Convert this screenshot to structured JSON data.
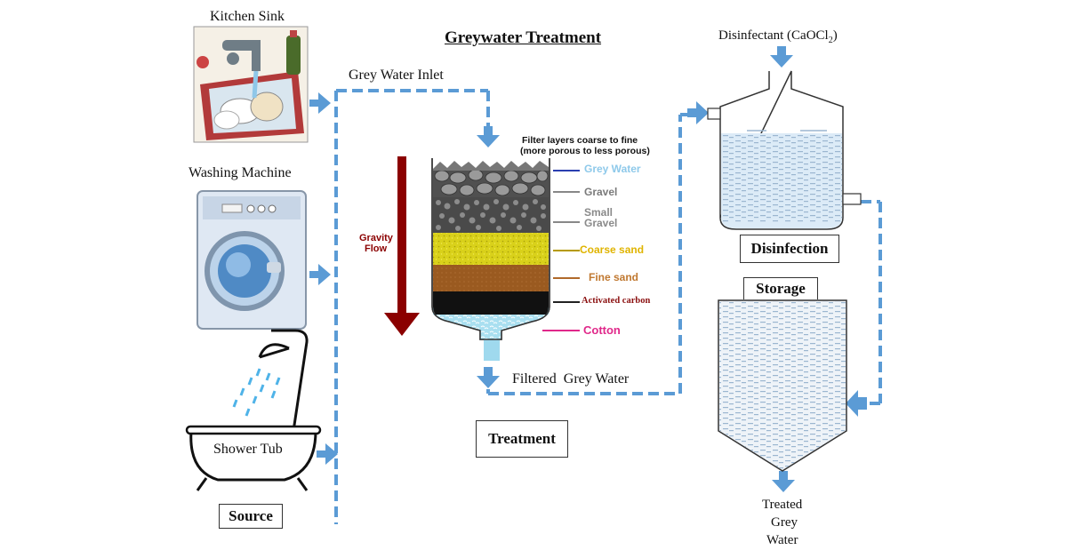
{
  "title": "Greywater Treatment",
  "sources": {
    "kitchen_sink": "Kitchen Sink",
    "washing_machine": "Washing Machine",
    "shower_tub": "Shower Tub",
    "section": "Source"
  },
  "inlet_label": "Grey Water Inlet",
  "filter": {
    "header_line1": "Filter layers coarse to fine",
    "header_line2": "(more porous to less porous)",
    "gravity_line1": "Gravity",
    "gravity_line2": "Flow",
    "layers": [
      {
        "label": "Grey Water",
        "color": "#8ec9ea"
      },
      {
        "label": "Gravel",
        "color": "#7a7a7a"
      },
      {
        "label": "Small",
        "label2": "Gravel",
        "color": "#8a8a8a"
      },
      {
        "label": "Coarse sand",
        "color": "#e0b400"
      },
      {
        "label": "Fine sand",
        "color": "#c07830"
      },
      {
        "label": "Activated carbon",
        "color": "#8b1010"
      },
      {
        "label": "Cotton",
        "color": "#e0288a"
      }
    ],
    "filtered_label": "Filtered  Grey Water",
    "section": "Treatment"
  },
  "disinfection": {
    "disinfectant": "Disinfectant (CaOCl",
    "disinfectant_sub": "2",
    "disinfectant_close": ")",
    "section": "Disinfection"
  },
  "storage": {
    "section": "Storage",
    "output_line1": "Treated",
    "output_line2": "Grey",
    "output_line3": "Water"
  },
  "colors": {
    "flow": "#5b9bd5",
    "gravity_arrow": "#8b0000",
    "water": "#dcebf7"
  }
}
